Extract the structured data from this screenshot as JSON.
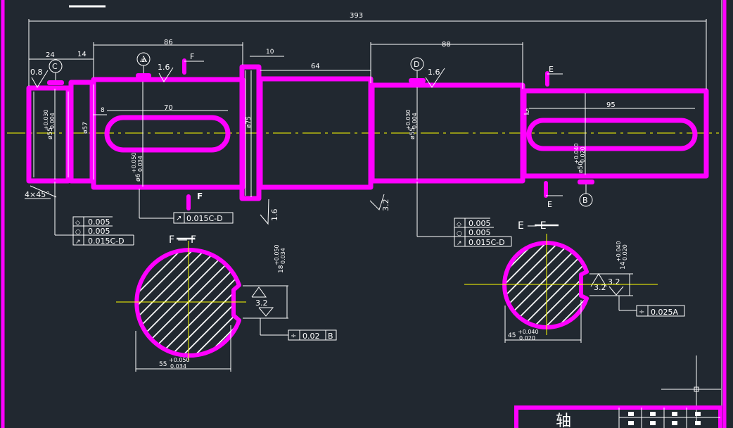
{
  "colors": {
    "background": "#212830",
    "outline": "#ff00ff",
    "dimension": "#ffffff",
    "centerline": "#ffff00"
  },
  "dims": {
    "total": "393",
    "d24": "24",
    "d14": "14",
    "d86": "86",
    "d10": "10",
    "d64": "64",
    "d88": "88",
    "d70": "70",
    "d8": "8",
    "d95": "95",
    "d5": "5",
    "dia57": "ø57",
    "dia75": "ø75",
    "dia55a_base": "ø55",
    "dia55a_up": "+0.030",
    "dia55a_lo": "0.004",
    "dia55b_base": "ø55",
    "dia55b_up": "+0.030",
    "dia55b_lo": "0.004",
    "dia60_base": "ø6",
    "dia60_up": "+0.050",
    "dia60_lo": "0.034",
    "dia50_base": "ø50",
    "dia50_up": "+0.040",
    "dia50_lo": "0.020",
    "chamfer": "4×45°"
  },
  "rough": {
    "r08": "0.8",
    "r16a": "1.6",
    "r16b": "1.6",
    "r32a": "3.2",
    "r16c": "1.6",
    "r32f": "3.2",
    "r32e1": "3.2",
    "r32e2": "3.2"
  },
  "datums": {
    "a": "A",
    "c": "C",
    "d": "D",
    "b": "B"
  },
  "sections": {
    "f_top": "F",
    "f_mark1": "F",
    "f_mark2": "F",
    "e_top1": "E",
    "e_top2": "E",
    "e_mark1": "E",
    "e_mark2": "E",
    "title_f": "F — F",
    "title_e": "E — E"
  },
  "tol": {
    "f1": "0.015C-D",
    "left": [
      "0.005",
      "0.005",
      "0.015C-D"
    ],
    "right": [
      "0.005",
      "0.005",
      "0.015C-D"
    ],
    "ff_sym": "0.02",
    "ff_ref": "B",
    "ee_sym": "0.025A"
  },
  "secdims": {
    "ff_h_base": "18",
    "ff_h_up": "+0.050",
    "ff_h_lo": "0.034",
    "ff_w_base": "55",
    "ff_w_up": "+0.050",
    "ff_w_lo": "0.034",
    "ee_h_base": "14",
    "ee_h_up": "+0.040",
    "ee_h_lo": "0.020",
    "ee_w_base": "45",
    "ee_w_up": "+0.040",
    "ee_w_lo": "0.020"
  },
  "titleblock": {
    "name": "轴"
  }
}
